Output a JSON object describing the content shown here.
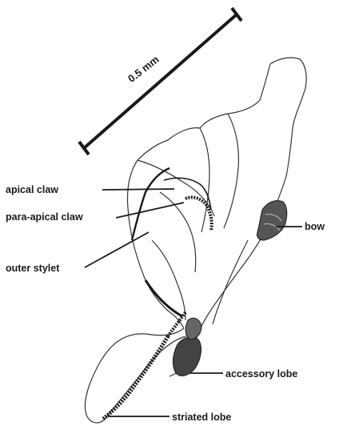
{
  "scale_bar": {
    "label": "0.5 mm"
  },
  "labels": {
    "apical_claw": "apical claw",
    "para_apical_claw": "para-apical claw",
    "outer_stylet": "outer stylet",
    "bow": "bow",
    "accessory_lobe": "accessory lobe",
    "striated_lobe": "striated lobe"
  },
  "colors": {
    "ink": "#1a1a1a",
    "background": "#ffffff"
  }
}
